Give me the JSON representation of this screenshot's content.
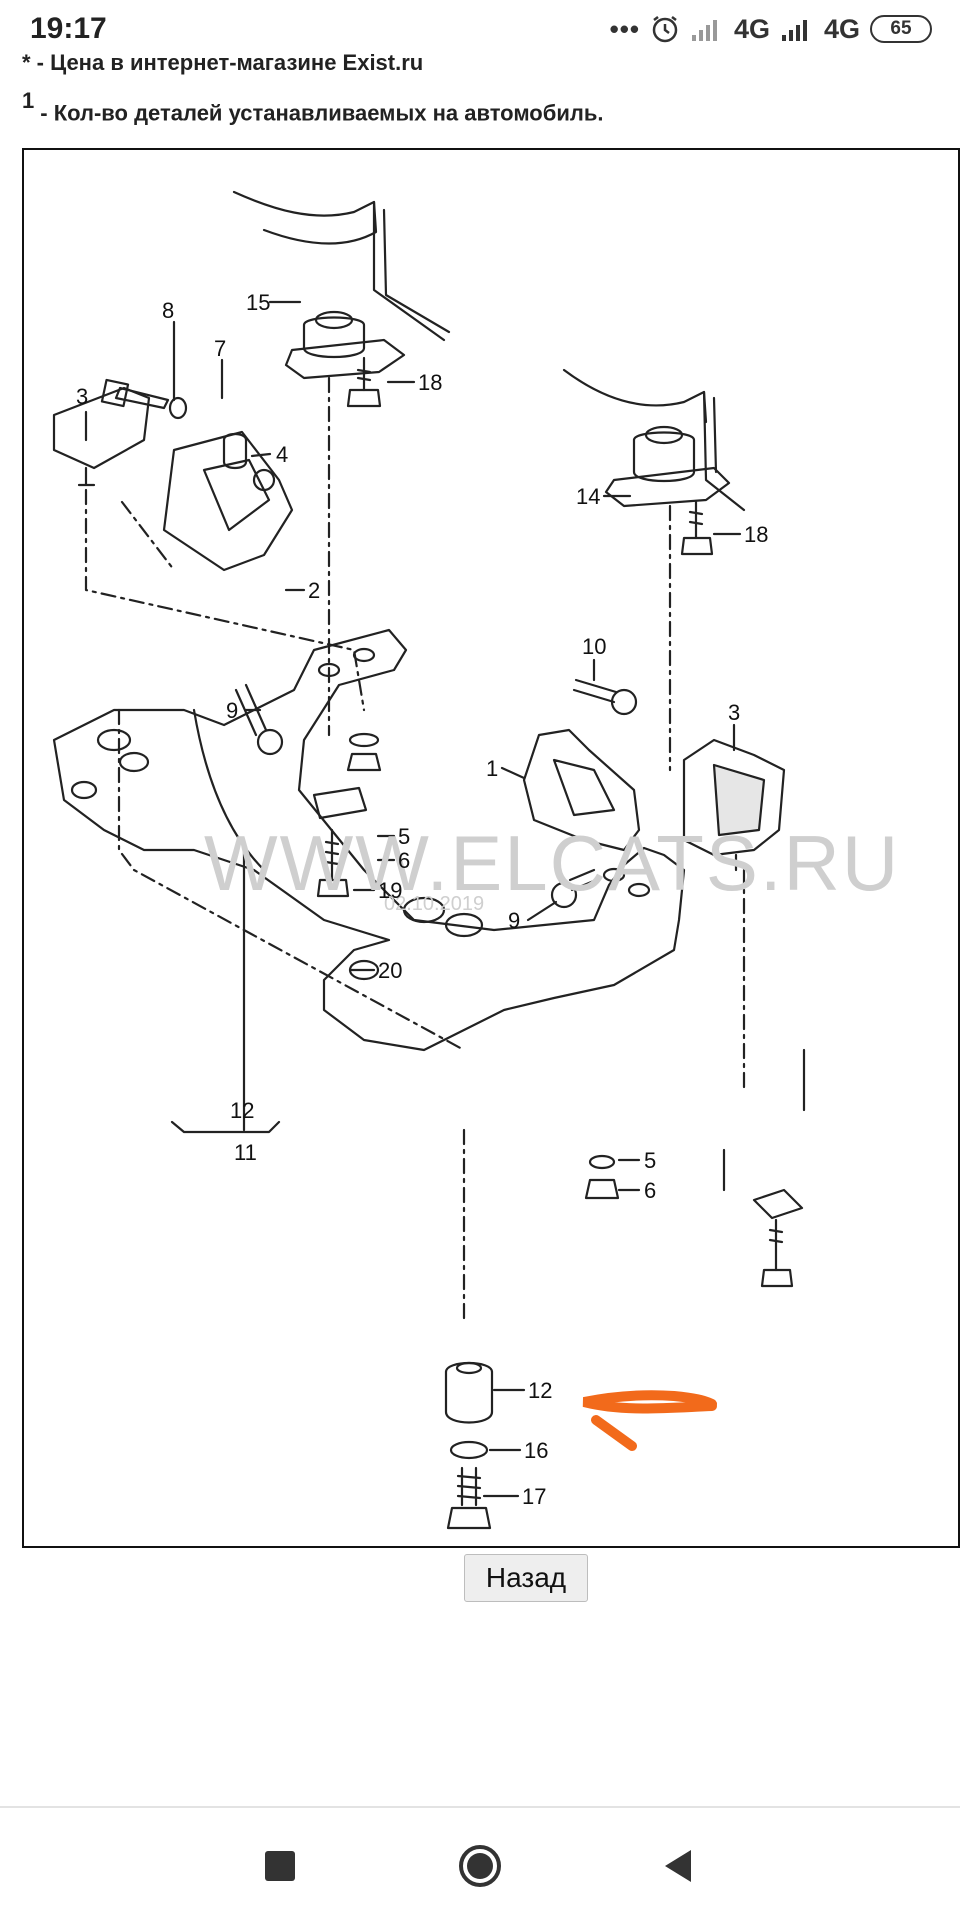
{
  "status_bar": {
    "time": "19:17",
    "network_1": "4G",
    "network_2": "4G",
    "battery": "65",
    "icons": [
      "more-dots-icon",
      "alarm-icon",
      "signal-icon",
      "signal-icon",
      "battery-icon"
    ]
  },
  "notes": {
    "price_note": "* - Цена в интернет-магазине Exist.ru",
    "qty_marker": "1",
    "qty_note": "- Кол-во деталей устанавливаемых на автомобиль."
  },
  "diagram": {
    "watermark": "WWW.ELCATS.RU",
    "watermark_date": "02.10.2019",
    "part_labels": [
      "15",
      "18",
      "8",
      "7",
      "3",
      "4",
      "2",
      "9",
      "14",
      "18",
      "10",
      "3",
      "1",
      "9",
      "5",
      "6",
      "19",
      "20",
      "12",
      "11",
      "5",
      "6",
      "12",
      "16",
      "17"
    ],
    "annotation_color": "#f26a1b"
  },
  "back_button": {
    "label": "Назад"
  },
  "nav_bar": {
    "icons": [
      "recent-apps-icon",
      "home-icon",
      "back-icon"
    ]
  }
}
